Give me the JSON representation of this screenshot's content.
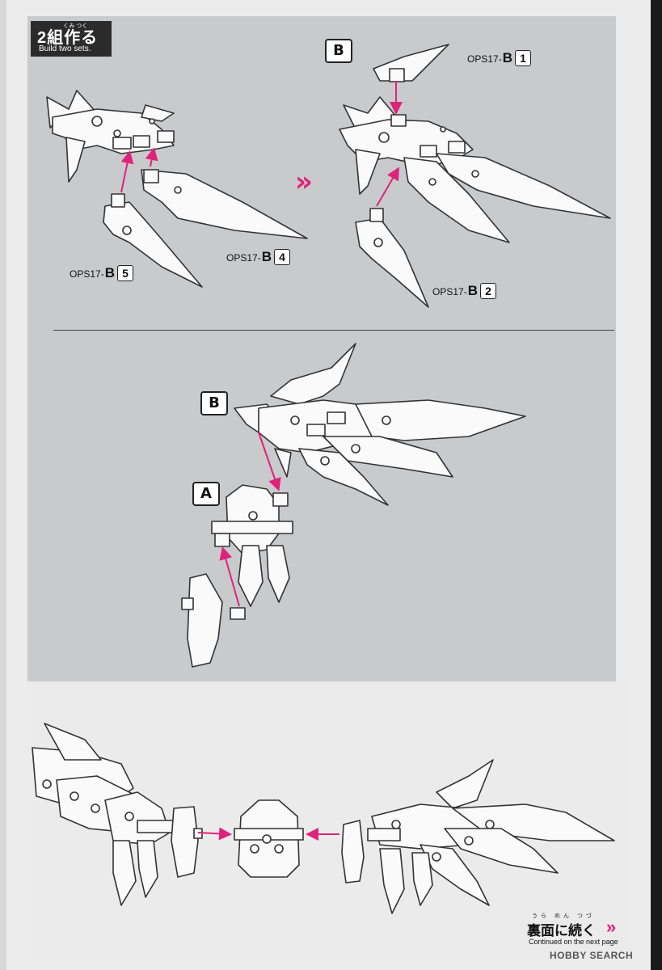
{
  "step": {
    "japanese": "2組作る",
    "ruby": "くみ つく",
    "english": "Build two sets."
  },
  "labels": {
    "b_top": "B",
    "b_mid": "B",
    "a_mid": "A"
  },
  "parts": [
    {
      "prefix": "OPS17-",
      "letter": "B",
      "number": "5"
    },
    {
      "prefix": "OPS17-",
      "letter": "B",
      "number": "4"
    },
    {
      "prefix": "OPS17-",
      "letter": "B",
      "number": "1"
    },
    {
      "prefix": "OPS17-",
      "letter": "B",
      "number": "2"
    }
  ],
  "next_step_arrow": "»",
  "continue": {
    "ruby": "うら めん  つづ",
    "japanese": "裏面に続く",
    "english": "Continued on the next page",
    "arrows": "»"
  },
  "watermark": "HOBBY SEARCH",
  "colors": {
    "accent": "#e0237a",
    "panel": "#c9cacc",
    "ink": "#222222"
  }
}
